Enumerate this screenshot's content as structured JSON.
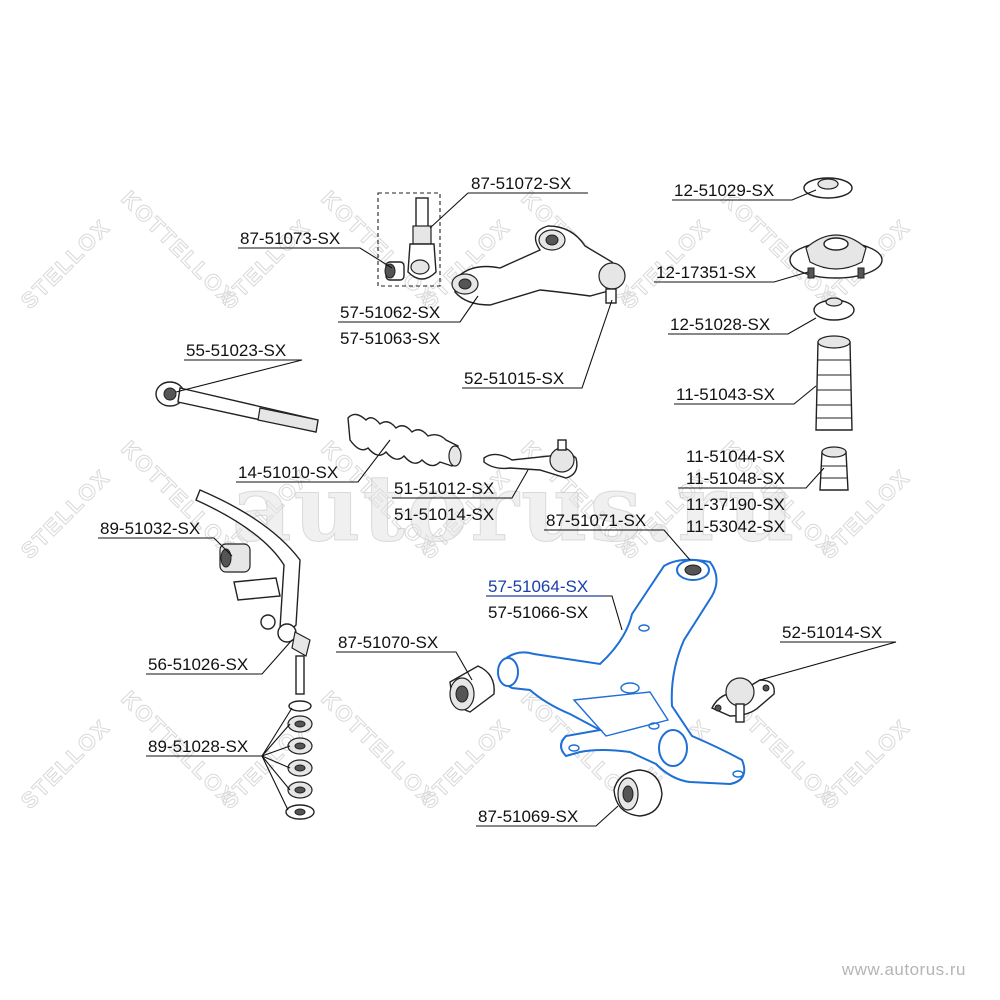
{
  "watermarks": {
    "brand_a": "STELLOX",
    "brand_b": "KOTTELLOX",
    "site": "autorus.ru",
    "footer": "www.autorus.ru"
  },
  "labels": {
    "p87_51072": "87-51072-SX",
    "p87_51073": "87-51073-SX",
    "p57_51062": "57-51062-SX",
    "p57_51063": "57-51063-SX",
    "p55_51023": "55-51023-SX",
    "p52_51015": "52-51015-SX",
    "p12_51029": "12-51029-SX",
    "p12_17351": "12-17351-SX",
    "p12_51028": "12-51028-SX",
    "p11_51043": "11-51043-SX",
    "p14_51010": "14-51010-SX",
    "p51_51012": "51-51012-SX",
    "p51_51014": "51-51014-SX",
    "p11_51044": "11-51044-SX",
    "p11_51048": "11-51048-SX",
    "p11_37190": "11-37190-SX",
    "p11_53042": "11-53042-SX",
    "p89_51032": "89-51032-SX",
    "p87_51071": "87-51071-SX",
    "p57_51064": "57-51064-SX",
    "p57_51066": "57-51066-SX",
    "p52_51014": "52-51014-SX",
    "p56_51026": "56-51026-SX",
    "p87_51070": "87-51070-SX",
    "p89_51028": "89-51028-SX",
    "p87_51069": "87-51069-SX"
  },
  "colors": {
    "highlight_text": "#1a3fa8",
    "highlight_part": "#1e6fd6",
    "leader": "#111111"
  }
}
